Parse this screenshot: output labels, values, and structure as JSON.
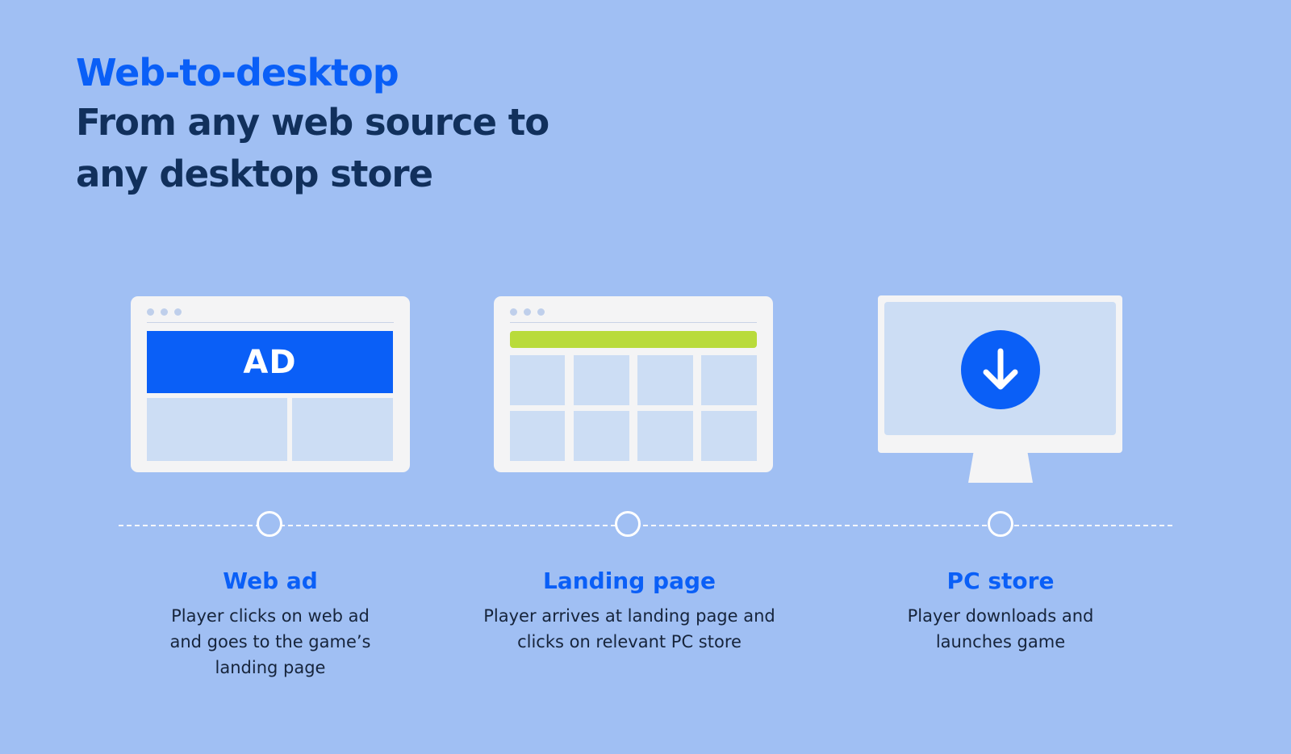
{
  "header": {
    "eyebrow": "Web-to-desktop",
    "headline": "From any web source to any desktop store"
  },
  "illustrations": {
    "ad_label": "AD"
  },
  "steps": [
    {
      "title": "Web ad",
      "description": "Player clicks on web ad and goes to the game’s landing page"
    },
    {
      "title": "Landing page",
      "description": "Player arrives at landing page and clicks on relevant PC store"
    },
    {
      "title": "PC store",
      "description": "Player downloads and launches game"
    }
  ],
  "colors": {
    "background": "#a0bff3",
    "accent_blue": "#0a5ff7",
    "heading_navy": "#11305c",
    "landing_bar_green": "#b9db3b",
    "tile": "#ccddf4",
    "window": "#f4f4f5"
  },
  "icons": [
    "browser-dots-icon",
    "download-arrow-icon",
    "monitor-icon"
  ]
}
